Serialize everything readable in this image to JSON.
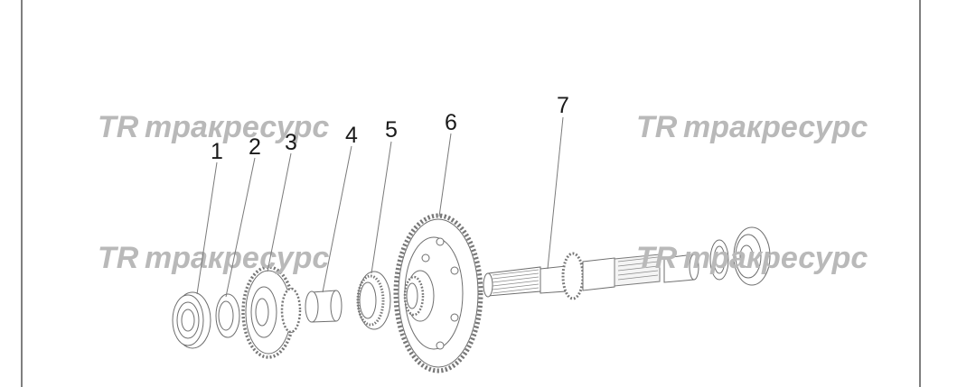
{
  "diagram": {
    "callouts": [
      {
        "id": "1",
        "label": "1"
      },
      {
        "id": "2",
        "label": "2"
      },
      {
        "id": "3",
        "label": "3"
      },
      {
        "id": "4",
        "label": "4"
      },
      {
        "id": "5",
        "label": "5"
      },
      {
        "id": "6",
        "label": "6"
      },
      {
        "id": "7",
        "label": "7"
      }
    ],
    "watermark": {
      "text": "тракресурс",
      "logo_text": "TR",
      "color": "#b9b9b9"
    },
    "colors": {
      "frame": "#555555",
      "line": "#6e6e6e",
      "label": "#1a1a1a"
    }
  }
}
